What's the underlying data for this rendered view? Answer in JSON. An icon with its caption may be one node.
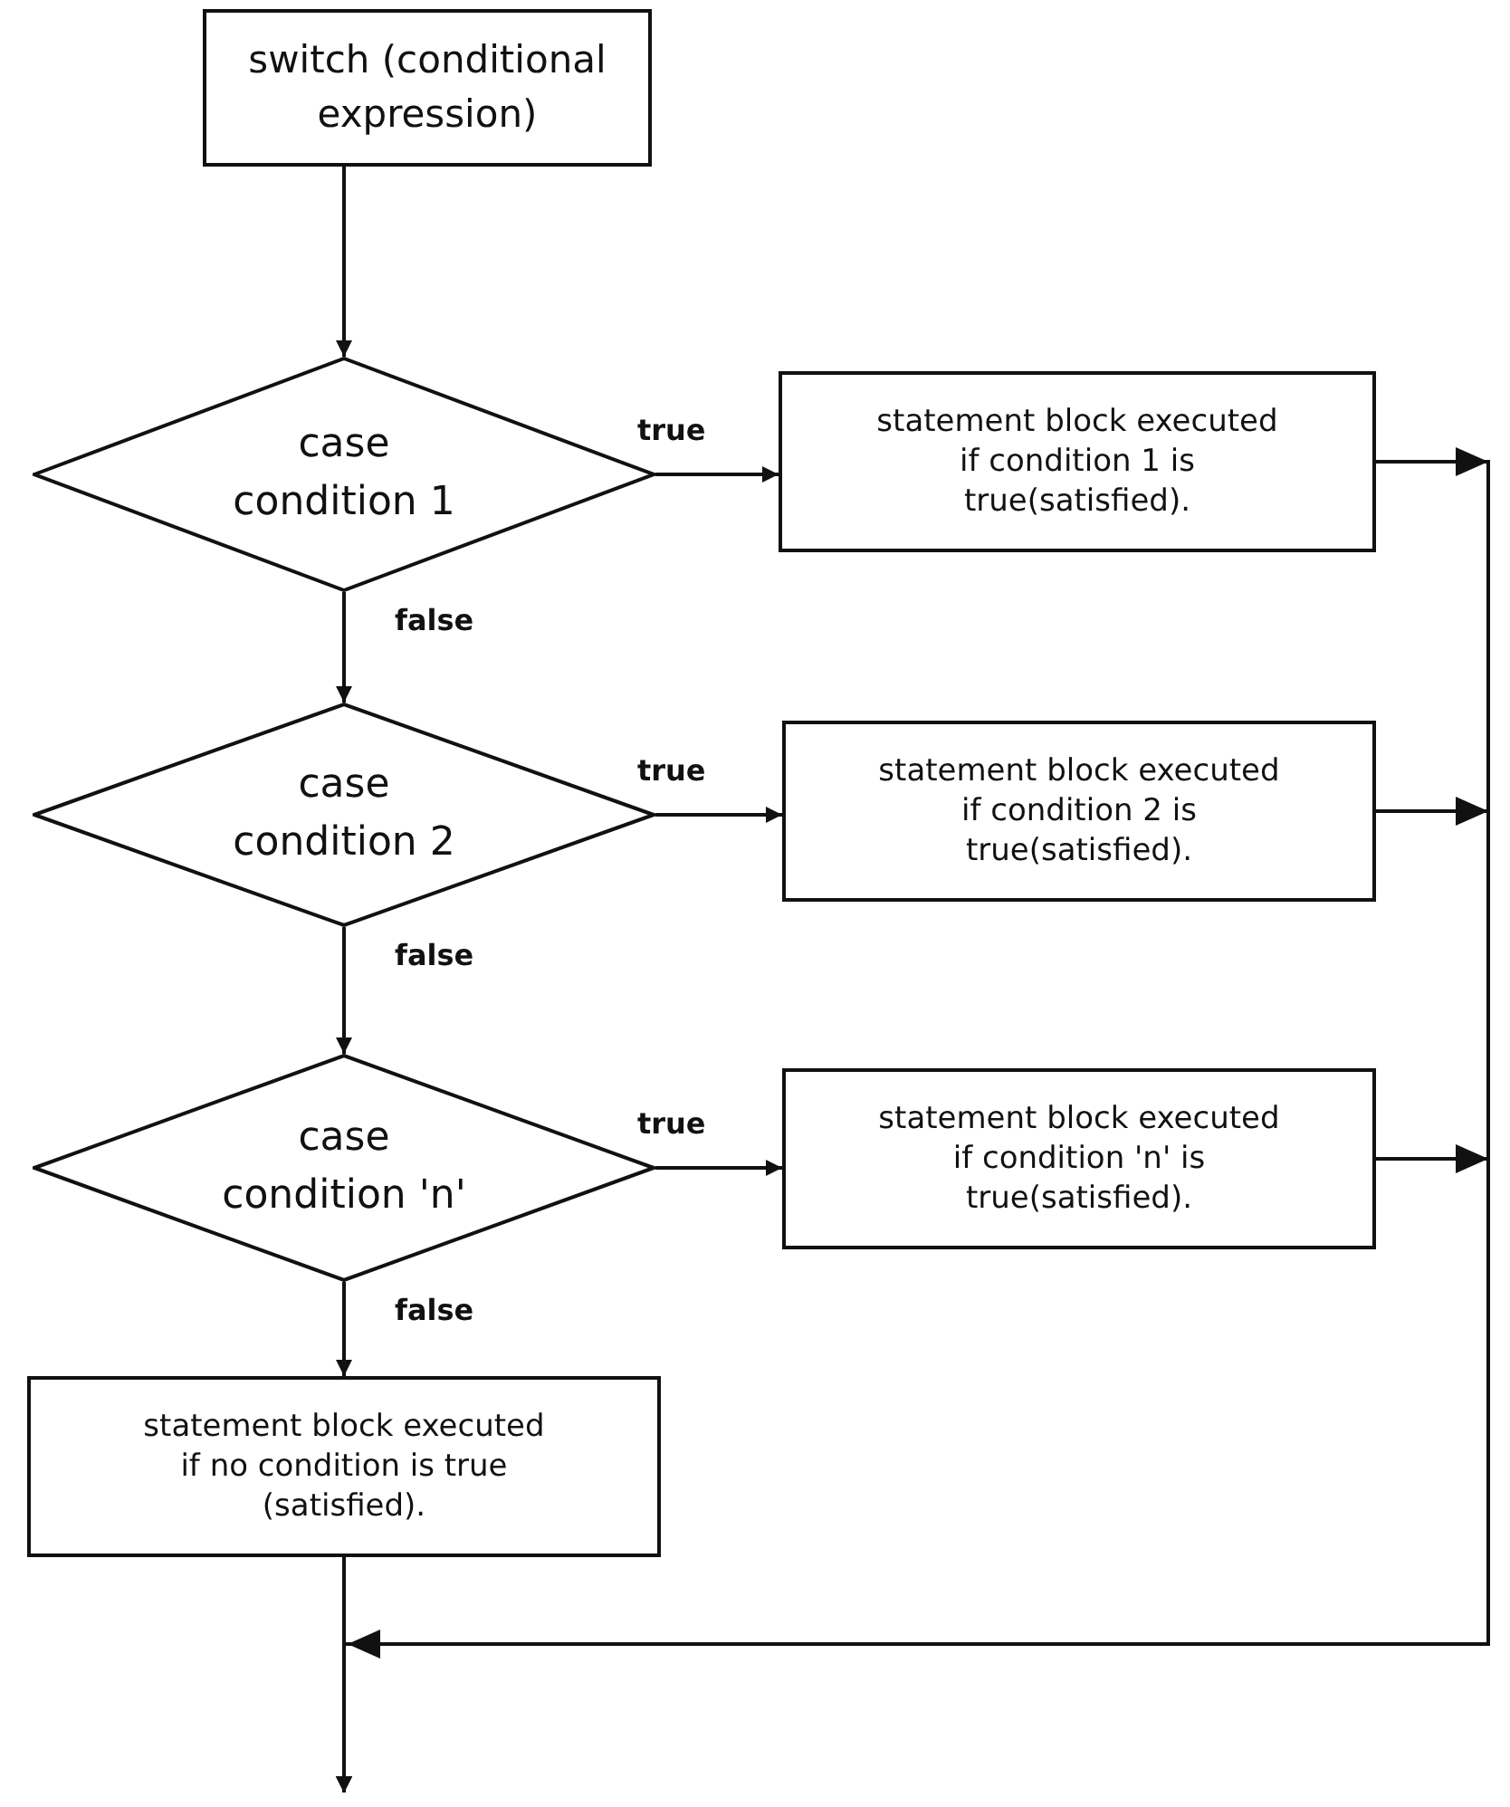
{
  "diagram": {
    "nodes": [
      {
        "text": [
          "switch (conditional expression)"
        ]
      },
      {
        "text": [
          "case condition 1"
        ]
      },
      {
        "text": [
          "statement block executed if condition 1 is true(satisfied)."
        ]
      },
      {
        "text": [
          "case condition 2"
        ]
      },
      {
        "text": [
          "statement block executed if condition 2 is true(satisfied)."
        ]
      },
      {
        "text": [
          "case condition 'n'"
        ]
      },
      {
        "text": [
          "statement block executed if condition 'n' is true(satisfied)."
        ]
      },
      {
        "text": [
          "statement block executed if no condition is true (satisfied)."
        ]
      }
    ],
    "edges": [
      {
        "from": 0,
        "to": 1,
        "arrow": "to"
      },
      {
        "from": 1,
        "to": 2,
        "arrow": "to",
        "label": "true"
      },
      {
        "from": 1,
        "to": 3,
        "arrow": "to",
        "label": "false"
      },
      {
        "from": 3,
        "to": 4,
        "arrow": "to",
        "label": "true"
      },
      {
        "from": 3,
        "to": 5,
        "arrow": "to",
        "label": "false"
      },
      {
        "from": 5,
        "to": 6,
        "arrow": "to",
        "label": "true"
      },
      {
        "from": 5,
        "to": 7,
        "arrow": "to",
        "label": "false"
      },
      {
        "from": 2,
        "to": null,
        "arrow": "to"
      },
      {
        "from": 4,
        "to": null,
        "arrow": "to"
      },
      {
        "from": 6,
        "to": null,
        "arrow": "to"
      },
      {
        "from": 7,
        "to": null,
        "arrow": "to"
      }
    ]
  }
}
